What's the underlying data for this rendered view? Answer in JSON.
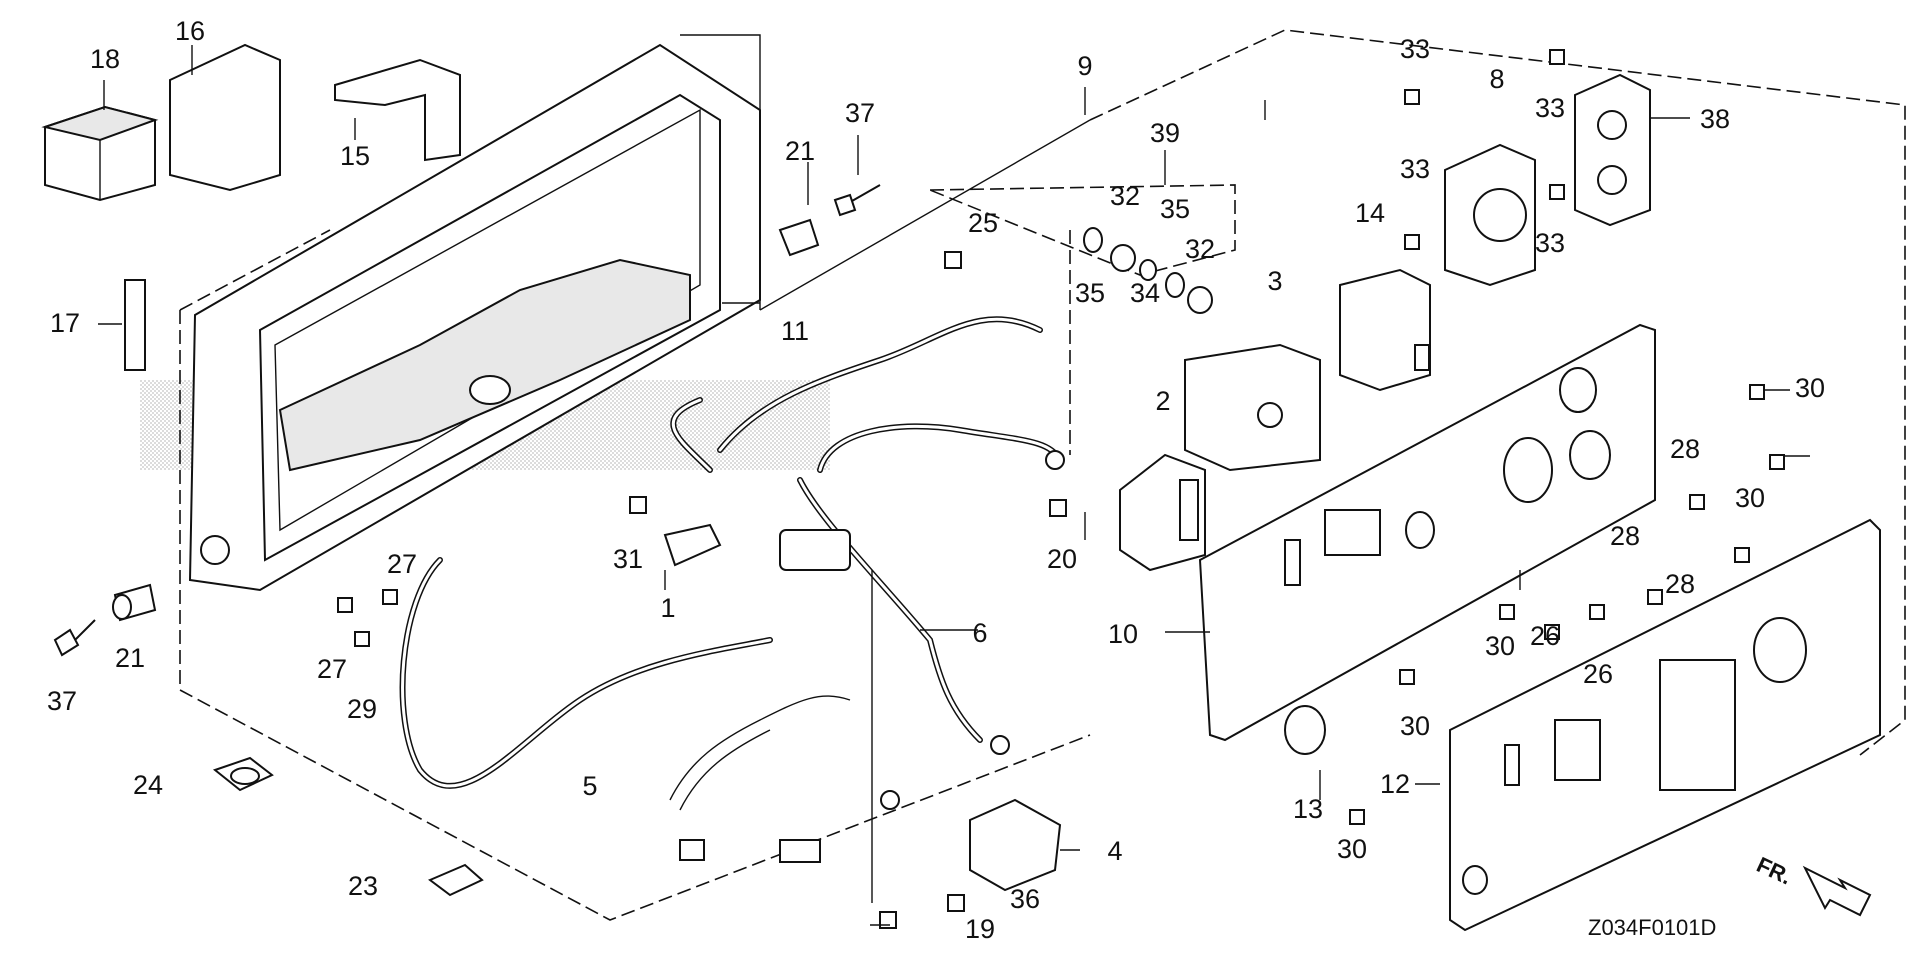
{
  "callouts": [
    "1",
    "2",
    "3",
    "4",
    "5",
    "6",
    "8",
    "9",
    "10",
    "11",
    "12",
    "13",
    "14",
    "15",
    "16",
    "17",
    "18",
    "19",
    "20",
    "21",
    "23",
    "24",
    "25",
    "26",
    "27",
    "28",
    "29",
    "30",
    "31",
    "32",
    "33",
    "34",
    "35",
    "36",
    "37",
    "38",
    "39"
  ],
  "diagram_code": "Z034F0101D",
  "direction_label": "FR.",
  "colors": {
    "line": "#111111",
    "background": "#ffffff",
    "stipple": "#bdbdbd"
  }
}
